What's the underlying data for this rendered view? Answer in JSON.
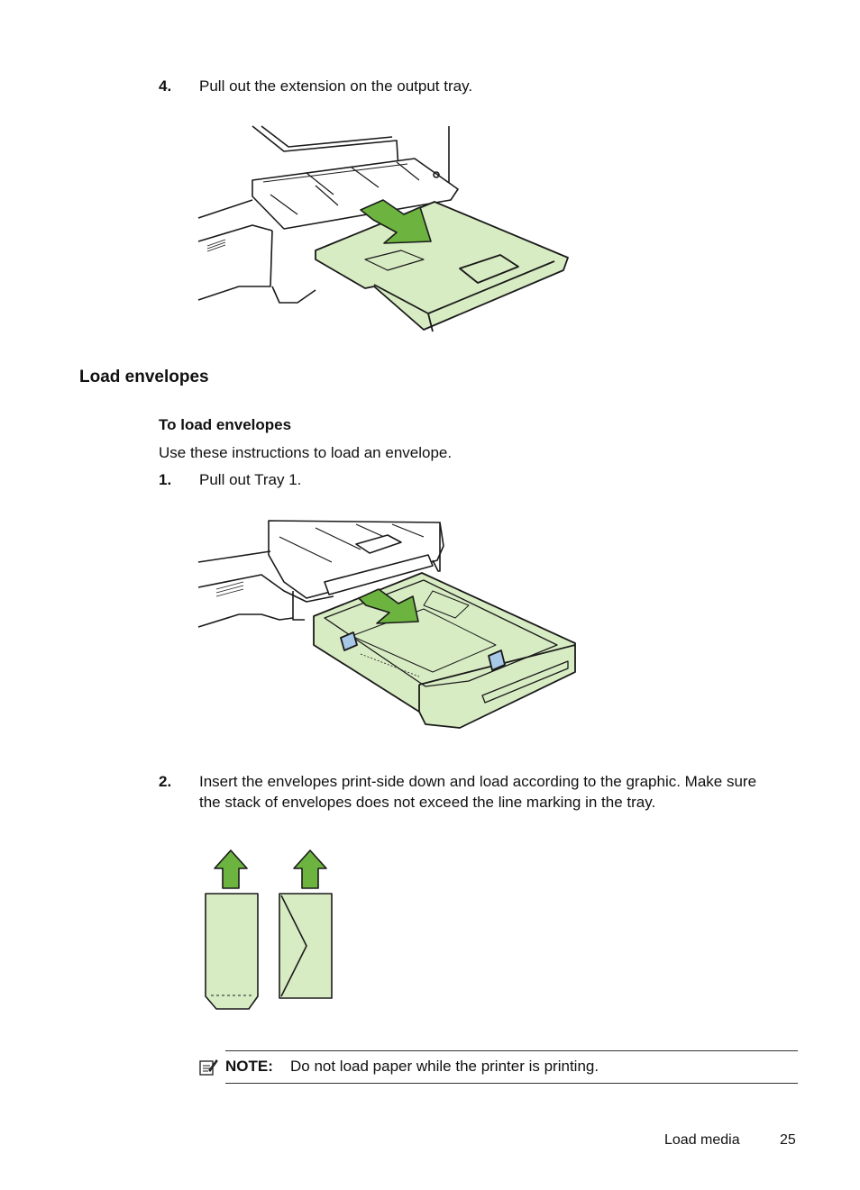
{
  "steps": [
    {
      "num": "4.",
      "text": "Pull out the extension on the output tray."
    },
    {
      "num": "1.",
      "text": "Pull out Tray 1."
    },
    {
      "num": "2.",
      "text": "Insert the envelopes print-side down and load according to the graphic. Make sure the stack of envelopes does not exceed the line marking in the tray."
    }
  ],
  "section": {
    "heading": "Load envelopes",
    "subheading": "To load envelopes",
    "intro": "Use these instructions to load an envelope."
  },
  "note": {
    "label": "NOTE:",
    "text": "Do not load paper while the printer is printing."
  },
  "footer": {
    "section": "Load media",
    "page": "25"
  },
  "colors": {
    "tray_green": "#d8ecc4",
    "arrow_green": "#6db33f",
    "outline": "#1a1a1a"
  }
}
